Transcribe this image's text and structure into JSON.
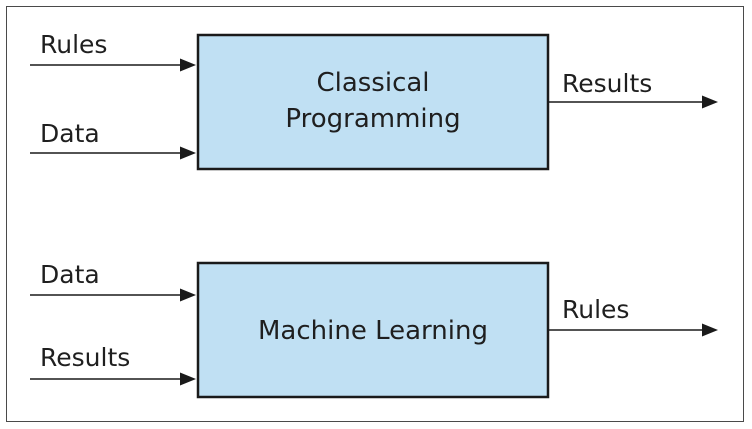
{
  "diagram": {
    "classical": {
      "inputs": [
        "Rules",
        "Data"
      ],
      "box_lines": [
        "Classical",
        "Programming"
      ],
      "output": "Results"
    },
    "ml": {
      "inputs": [
        "Data",
        "Results"
      ],
      "box_lines": [
        "Machine Learning"
      ],
      "output": "Rules"
    }
  },
  "colors": {
    "box_fill": "#c0e0f3",
    "stroke": "#1a1a1a",
    "text": "#1f1f1f"
  }
}
